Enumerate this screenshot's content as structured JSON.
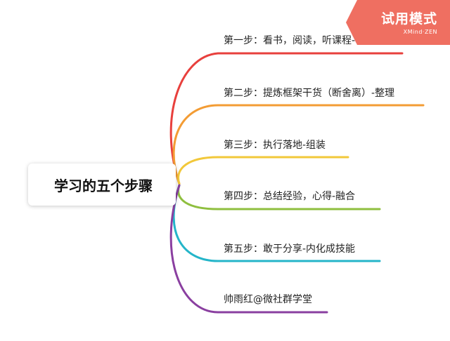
{
  "central_topic": "学习的五个步骤",
  "branches": [
    {
      "label": "第一步：看书，阅读，听课程-收集",
      "color": "#e8403d"
    },
    {
      "label": "第二步：提炼框架干货（断舍离）-整理",
      "color": "#f39c34"
    },
    {
      "label": "第三步：执行落地-组装",
      "color": "#f2c83a"
    },
    {
      "label": "第四步：总结经验，心得-融合",
      "color": "#8fbf3f"
    },
    {
      "label": "第五步：敢于分享-内化成技能",
      "color": "#24b5c9"
    },
    {
      "label": "帅雨红@微社群学堂",
      "color": "#8a3fa0"
    }
  ],
  "trial_badge": {
    "title": "试用模式",
    "brand": "XMind·ZEN",
    "color": "#ef6f61"
  }
}
